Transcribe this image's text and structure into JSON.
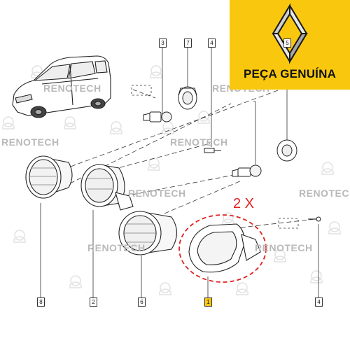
{
  "brand": {
    "tagline": "PEÇA GENUÍNA",
    "box_color": "#f9c80e",
    "logo_icon": "renault-diamond-logo"
  },
  "watermark": {
    "text": "RENOTECH",
    "color": "#b9b9b9"
  },
  "quantity_note": {
    "text": "2 X",
    "color": "#e02020"
  },
  "callouts": [
    "3",
    "7",
    "4",
    "5",
    "8",
    "2",
    "6",
    "1",
    "4"
  ],
  "highlighted_callout": "1"
}
